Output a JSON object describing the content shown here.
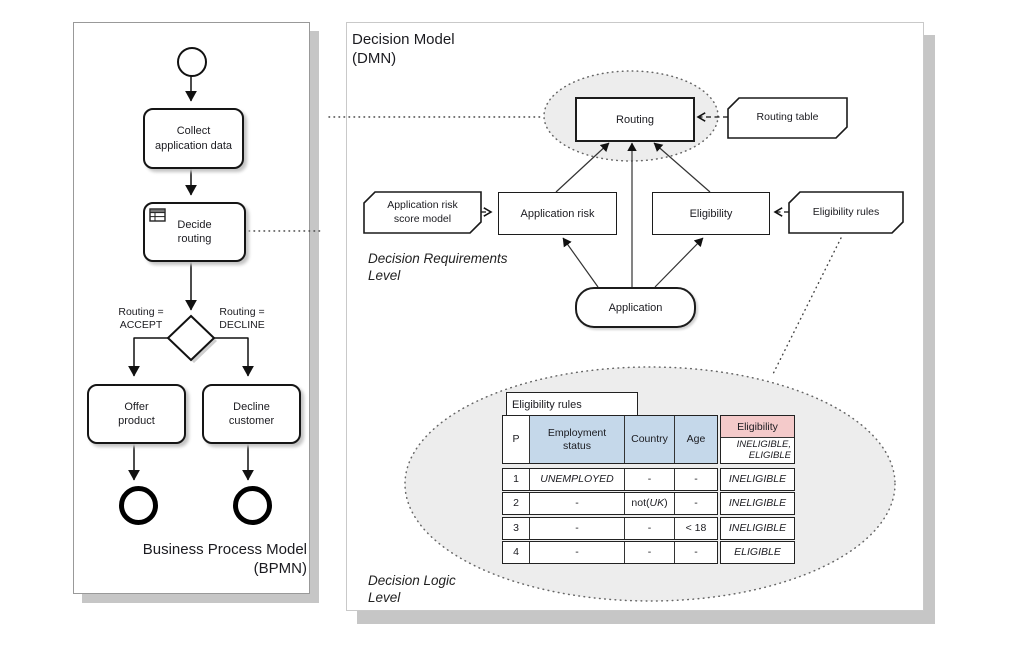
{
  "left_panel": {
    "title": "Business Process Model\n(BPMN)",
    "nodes": {
      "collect": "Collect\napplication data",
      "decide": "Decide\nrouting",
      "offer": "Offer\nproduct",
      "decline": "Decline\ncustomer"
    },
    "gateway_labels": {
      "accept": "Routing =\nACCEPT",
      "decline": "Routing =\nDECLINE"
    }
  },
  "right_panel": {
    "title": "Decision Model\n(DMN)",
    "requirements_level_label": "Decision Requirements\nLevel",
    "logic_level_label": "Decision Logic\nLevel",
    "nodes": {
      "routing": "Routing",
      "routing_table": "Routing table",
      "application_risk": "Application risk",
      "app_risk_score_model": "Application risk\nscore model",
      "eligibility": "Eligibility",
      "eligibility_rules": "Eligibility rules",
      "application": "Application"
    }
  },
  "logic_table": {
    "tab": "Eligibility rules",
    "headers": {
      "p": "P",
      "employment": "Employment\nstatus",
      "country": "Country",
      "age": "Age",
      "output": "Eligibility",
      "output_values": "INELIGIBLE,\nELIGIBLE"
    },
    "rows": [
      {
        "n": "1",
        "employment": "UNEMPLOYED",
        "country": "-",
        "age": "-",
        "output": "INELIGIBLE"
      },
      {
        "n": "2",
        "employment": "-",
        "country_prefix": "not(",
        "country_value": "UK",
        "country_suffix": ")",
        "age": "-",
        "output": "INELIGIBLE"
      },
      {
        "n": "3",
        "employment": "-",
        "country": "-",
        "age": "< 18",
        "output": "INELIGIBLE"
      },
      {
        "n": "4",
        "employment": "-",
        "country": "-",
        "age": "-",
        "output": "ELIGIBLE"
      }
    ]
  },
  "colors": {
    "header_blue": "#c5d8ea",
    "header_pink": "#f4caca",
    "ellipse_fill": "#ededed",
    "panel_shadow": "#c6c6c6"
  }
}
